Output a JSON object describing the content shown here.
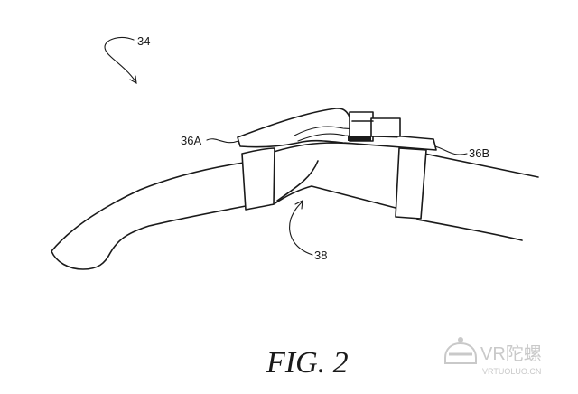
{
  "figure": {
    "caption": "FIG. 2",
    "ref_assembly": "34",
    "ref_first_band": "36A",
    "ref_second_band": "36B",
    "ref_hinge": "38"
  },
  "watermark": {
    "logo_text": "VR陀螺",
    "url_text": "VRTUOLUO.CN",
    "color": "#c9c9c9"
  }
}
